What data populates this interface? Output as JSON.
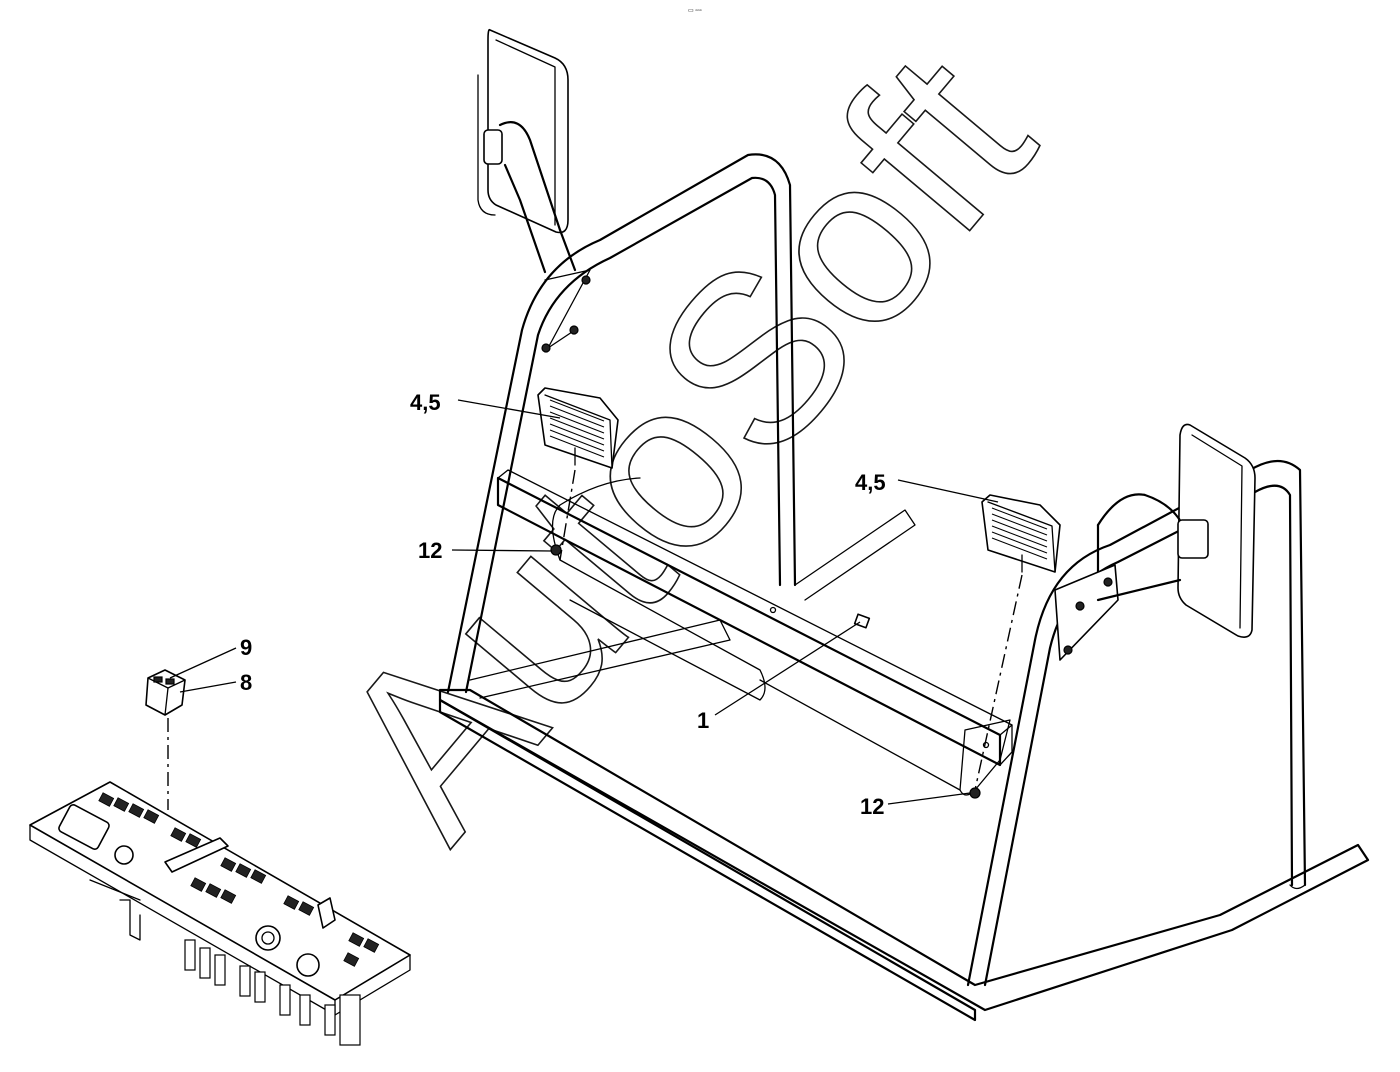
{
  "header_code": "▭ ▫▫▫",
  "watermark": "AutoSoft",
  "callouts": [
    {
      "id": "c45a",
      "label": "4,5"
    },
    {
      "id": "c45b",
      "label": "4,5"
    },
    {
      "id": "c12a",
      "label": "12"
    },
    {
      "id": "c12b",
      "label": "12"
    },
    {
      "id": "c1",
      "label": "1"
    },
    {
      "id": "c9",
      "label": "9"
    },
    {
      "id": "c8",
      "label": "8"
    }
  ]
}
